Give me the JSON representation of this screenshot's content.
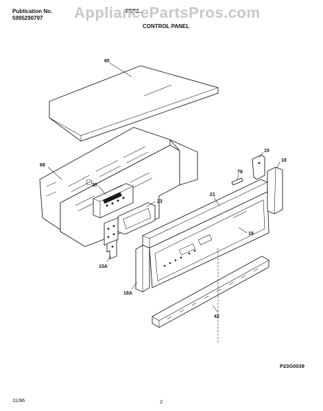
{
  "header": {
    "publication_label": "Publication No.",
    "publication_number": "5995290797",
    "model": "FEF3...",
    "section_title": "CONTROL PANEL",
    "watermark": "AppliancePartsPros.com"
  },
  "diagram": {
    "part_labels": {
      "p65": "65",
      "p68": "68",
      "p20": "20",
      "p23": "23",
      "p15a": "15A",
      "p15": "15",
      "p78": "78",
      "p18": "18",
      "p21": "21",
      "p19": "19",
      "p18a": "18A",
      "p42": "42"
    },
    "drawing_code": "P23G0039"
  },
  "footer": {
    "date": "11/96",
    "page": "2"
  }
}
